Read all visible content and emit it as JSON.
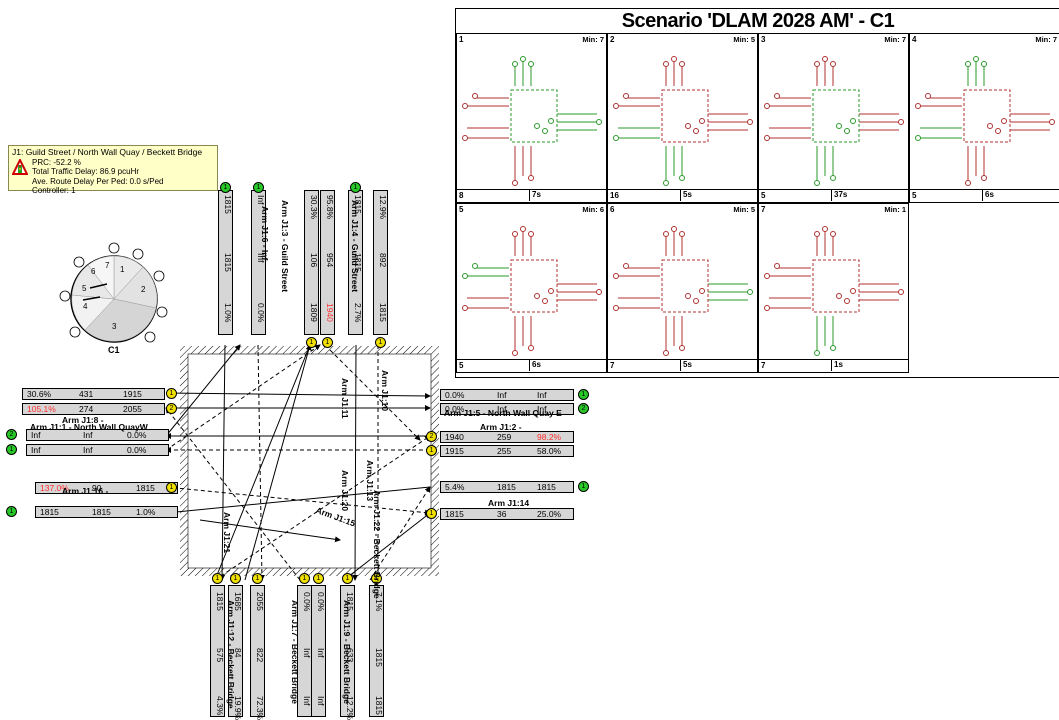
{
  "info": {
    "title": "J1: Guild Street / North Wall Quay / Beckett Bridge",
    "lines": [
      "PRC: -52.2 %",
      "Total Traffic Delay: 86.9 pcuHr",
      "Ave. Route Delay Per Ped: 0.0 s/Ped",
      "Controller: 1"
    ]
  },
  "wheel": {
    "label": "C1",
    "phases": [
      "1",
      "2",
      "3",
      "4",
      "5",
      "6",
      "7"
    ],
    "stage_markers": [
      "1",
      "2",
      "3",
      "4",
      "5",
      "6",
      "7",
      "8"
    ]
  },
  "phase_panel": {
    "title": "Scenario 'DLAM 2028 AM' - C1",
    "stages": [
      {
        "num": "1",
        "min": "Min: 7",
        "bottom_left": "8",
        "bottom_mid": "7s"
      },
      {
        "num": "2",
        "min": "Min: 5",
        "bottom_left": "16",
        "bottom_mid": "5s"
      },
      {
        "num": "3",
        "min": "Min: 7",
        "bottom_left": "5",
        "bottom_mid": "37s"
      },
      {
        "num": "4",
        "min": "Min: 7",
        "bottom_left": "5",
        "bottom_mid": "6s"
      },
      {
        "num": "5",
        "min": "Min: 6",
        "bottom_left": "5",
        "bottom_mid": "6s"
      },
      {
        "num": "6",
        "min": "Min: 5",
        "bottom_left": "7",
        "bottom_mid": "5s"
      },
      {
        "num": "7",
        "min": "Min: 1",
        "bottom_left": "7",
        "bottom_mid": "1s"
      }
    ]
  },
  "west": {
    "rows": [
      {
        "deg": "30.6%",
        "mid": "431",
        "sat": "1915",
        "red": false,
        "circle": "1"
      },
      {
        "deg": "105.1%",
        "mid": "274",
        "sat": "2055",
        "red": true,
        "circle": "2"
      },
      {
        "deg": "Inf",
        "mid": "Inf",
        "sat": "0.0%",
        "red": false,
        "circle": "2"
      },
      {
        "deg": "Inf",
        "mid": "Inf",
        "sat": "0.0%",
        "red": false,
        "circle": "1"
      },
      {
        "deg": "137.0%",
        "mid": "90",
        "sat": "1815",
        "red": true,
        "circle": "1"
      },
      {
        "deg": "1815",
        "mid": "1815",
        "sat": "1.0%",
        "red": false,
        "circle": "1"
      }
    ],
    "arm_labels": [
      "Arm J1:8 -",
      "Arm J1:1 - North Wall QuayW",
      "Arm J1:16 -"
    ]
  },
  "east": {
    "rows": [
      {
        "deg": "0.0%",
        "mid": "Inf",
        "sat": "Inf",
        "red": false,
        "circle": "1"
      },
      {
        "deg": "0.0%",
        "mid": "Inf",
        "sat": "Inf",
        "red": false,
        "circle": "2"
      },
      {
        "deg": "1940",
        "mid": "259",
        "sat": "98.2%",
        "red": true,
        "circle": "2"
      },
      {
        "deg": "1915",
        "mid": "255",
        "sat": "58.0%",
        "red": false,
        "circle": "1"
      },
      {
        "deg": "5.4%",
        "mid": "1815",
        "sat": "1815",
        "red": false,
        "circle": "1"
      },
      {
        "deg": "1815",
        "mid": "36",
        "sat": "25.0%",
        "red": false,
        "circle": "1"
      }
    ],
    "arm_labels": [
      "Arm J1:5 - North Wall Quay E",
      "Arm J1:2 -",
      "Arm J1:14"
    ]
  },
  "north": {
    "cols": [
      {
        "top": "1815",
        "mid": "1815",
        "bot": "1.0%",
        "red": false
      },
      {
        "top": "Inf",
        "mid": "Inf",
        "bot": "0.0%",
        "red": false
      },
      {
        "top": "30.3%",
        "mid": "106",
        "bot": "1809",
        "red": false
      },
      {
        "top": "95.8%",
        "mid": "954",
        "bot": "1940",
        "red": true
      },
      {
        "top": "1815",
        "mid": "1815",
        "bot": "2.7%",
        "red": false
      },
      {
        "top": "12.9%",
        "mid": "892",
        "bot": "1815",
        "red": false
      }
    ],
    "arm_labels": [
      "Arm J1:6 - Inf",
      "Arm J1:3 - Guild Street",
      "Arm J1:4 - Guild Street"
    ]
  },
  "south": {
    "cols": [
      {
        "top": "1815",
        "mid": "575",
        "bot": "4.3%",
        "red": false
      },
      {
        "top": "1685",
        "mid": "84",
        "bot": "19.9%",
        "red": false
      },
      {
        "top": "2055",
        "mid": "822",
        "bot": "72.3%",
        "red": false
      },
      {
        "top": "0.0%",
        "mid": "Inf",
        "bot": "Inf",
        "red": false
      },
      {
        "top": "0.0%",
        "mid": "Inf",
        "bot": "Inf",
        "red": false
      },
      {
        "top": "1815",
        "mid": "633",
        "bot": "12.2%",
        "red": false
      },
      {
        "top": "7.1%",
        "mid": "1815",
        "bot": "1815",
        "red": false
      }
    ],
    "arm_labels": [
      "Arm J1:12 - Beckett Bridge",
      "Arm J1:7 - Beckett Bridge",
      "Arm J1:9 - Beckett Bridge"
    ]
  },
  "inner_labels": [
    "Arm J1:11",
    "Arm J1:10",
    "Arm J1:13",
    "Arm J1:15",
    "Arm J1:21",
    "Arm J1:22 - Beckett Bridge",
    "Arm J1:20"
  ],
  "colors": {
    "signal_red": "#b03030",
    "signal_green": "#2a9a2a",
    "yellow": "#f0e000",
    "green_circle": "#28c828",
    "box_gray": "#d6d6d6"
  }
}
